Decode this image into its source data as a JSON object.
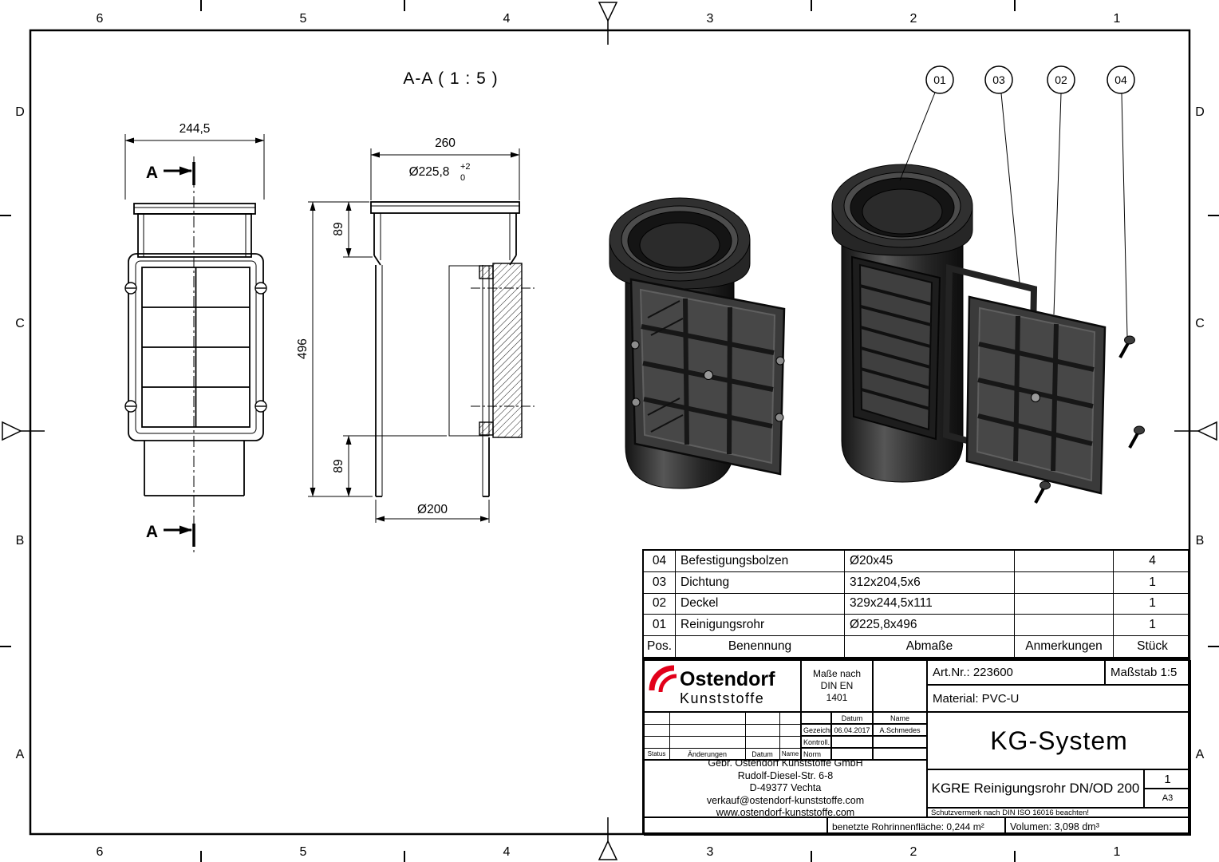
{
  "frame": {
    "zone_cols": [
      "6",
      "5",
      "4",
      "3",
      "2",
      "1"
    ],
    "zone_rows": [
      "D",
      "C",
      "B",
      "A"
    ]
  },
  "views": {
    "section_title": "A-A ( 1 : 5 )",
    "cut_label": "A",
    "dims": {
      "front_width": "244,5",
      "section_width": "260",
      "socket_dia": "Ø225,8",
      "tol_plus": "+2",
      "tol_zero": "0",
      "socket_depth_top": "89",
      "overall_height": "496",
      "socket_depth_bottom": "89",
      "pipe_dia": "Ø200"
    },
    "balloons": [
      "01",
      "03",
      "02",
      "04"
    ]
  },
  "parts_table": {
    "headers": {
      "pos": "Pos.",
      "name": "Benennung",
      "dim": "Abmaße",
      "notes": "Anmerkungen",
      "qty": "Stück"
    },
    "rows": [
      {
        "pos": "04",
        "name": "Befestigungsbolzen",
        "dim": "Ø20x45",
        "notes": "",
        "qty": "4"
      },
      {
        "pos": "03",
        "name": "Dichtung",
        "dim": "312x204,5x6",
        "notes": "",
        "qty": "1"
      },
      {
        "pos": "02",
        "name": "Deckel",
        "dim": "329x244,5x111",
        "notes": "",
        "qty": "1"
      },
      {
        "pos": "01",
        "name": "Reinigungsrohr",
        "dim": "Ø225,8x496",
        "notes": "",
        "qty": "1"
      }
    ]
  },
  "title_block": {
    "logo": {
      "line1": "Ostendorf",
      "line2": "Kunststoffe",
      "accent": "#e2001a"
    },
    "standard": {
      "l1": "Maße nach",
      "l2": "DIN EN",
      "l3": "1401"
    },
    "art_nr": "Art.Nr.: 223600",
    "scale": "Maßstab 1:5",
    "material": "Material: PVC-U",
    "system": "KG-System",
    "sig": {
      "datum": "Datum",
      "name": "Name",
      "gezeichn": "Gezeichn.",
      "gez_datum": "06.04.2017",
      "gez_name": "A.Schmedes",
      "kontroll": "Kontroll.",
      "norm": "Norm",
      "status": "Status",
      "aenderungen": "Änderungen",
      "datum2": "Datum",
      "name2": "Name"
    },
    "company": {
      "l1": "Gebr. Ostendorf Kunststoffe GmbH",
      "l2": "Rudolf-Diesel-Str. 6-8",
      "l3": "D-49377 Vechta",
      "l4": "verkauf@ostendorf-kunststoffe.com",
      "l5": "www.ostendorf-kunststoffe.com"
    },
    "product": "KGRE Reinigungsrohr DN/OD 200",
    "sheet": "1",
    "format": "A3",
    "note": "Schutzvermerk nach DIN ISO 16016 beachten!",
    "wetted_area": "benetzte Rohrinnenfläche: 0,244 m²",
    "volume": "Volumen: 3,098 dm³"
  }
}
